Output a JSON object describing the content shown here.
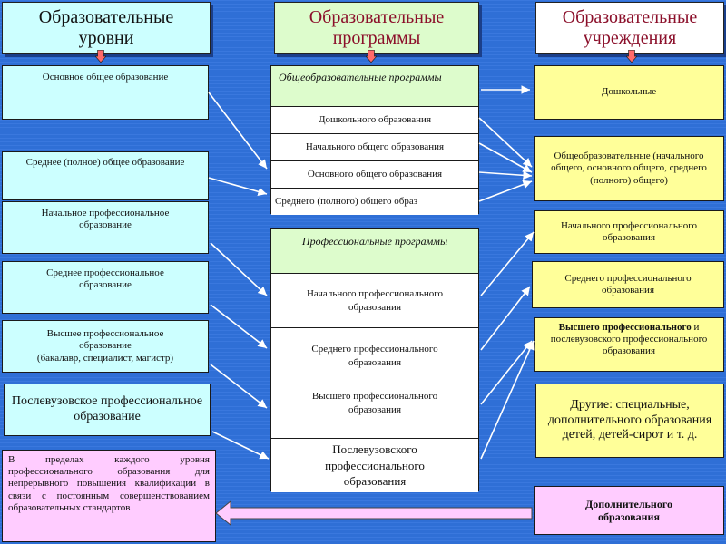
{
  "headers": {
    "levels": "Образовательные уровни",
    "programs": "Образовательные программы",
    "institutions": "Образовательные учреждения"
  },
  "levels": [
    "Основное общее образование",
    "Среднее (полное) общее образование",
    "Начальное профессиональное образование",
    "Среднее профессиональное образование",
    "Высшее профессиональное образование",
    "(бакалавр, специалист,  магистр)",
    "Послевузовское профессиональное образование"
  ],
  "general_programs": {
    "title": "Общеобразовательные программы",
    "items": [
      "Дошкольного образования",
      "Начального общего образования",
      "Основного общего образования",
      "Среднего (полного) общего образ"
    ]
  },
  "professional_programs": {
    "title": "Профессиональные программы",
    "items": [
      "Начального профессионального образования",
      "Среднего профессионального образования",
      "Высшего профессионального образования",
      "Послевузовского профессионального образования"
    ]
  },
  "institutions": [
    "Дошкольные",
    "Общеобразовательные (начального общего, основного общего, среднего (полного) общего)",
    "Начального профессионального образования",
    "Среднего профессионального образования",
    "Высшего профессионального",
    "и послевузовского профессионального образования",
    "Другие: специальные, дополнительного образования детей, детей-сирот и т. д.",
    "Дополнительного образования"
  ],
  "note": "В пределах каждого уровня профессионального образования для непрерывного повышения квалификации в связи с постоянным совершенствованием образовательных стандартов",
  "colors": {
    "background": "#2f6fd6",
    "levels_fill": "#ccffff",
    "institutions_fill": "#ffff99",
    "program_title_fill": "#ddfccc",
    "note_fill": "#ffccff",
    "header_red": "#8b0f2a",
    "down_arrow": "#ff6a6a"
  }
}
